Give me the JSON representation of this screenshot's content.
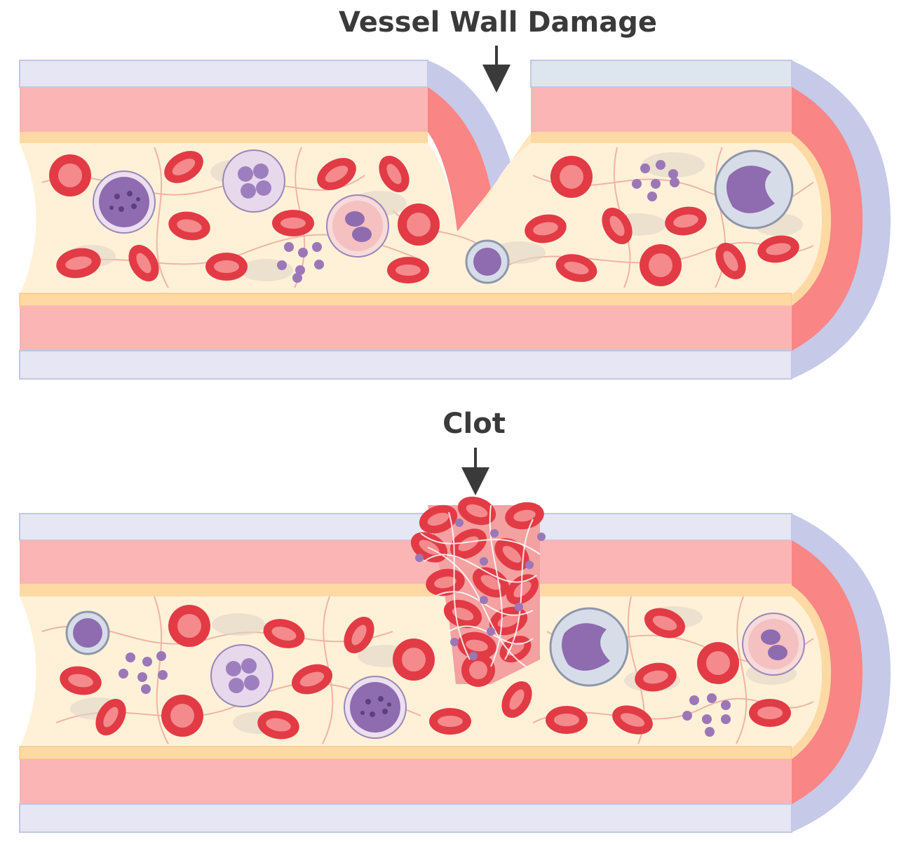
{
  "labels": {
    "top": "Vessel Wall Damage",
    "bottom": "Clot"
  },
  "colors": {
    "outer_wall": "#d8d9f0",
    "outer_wall_rim": "#c3c6e6",
    "muscle": "#fbb5b5",
    "muscle_dark": "#f98585",
    "intima": "#ffd9a3",
    "plasma": "#fff1d8",
    "rbc": "#e23b45",
    "rbc_center": "#f48a8c",
    "fibrin": "#f4b8a8",
    "wbc_purple": "#8f6bb0",
    "platelet": "#9b77b8",
    "text": "#3a3a3a"
  },
  "panels": [
    {
      "name": "vessel-damaged",
      "state": "wall damaged"
    },
    {
      "name": "vessel-clotted",
      "state": "clot formed"
    }
  ]
}
